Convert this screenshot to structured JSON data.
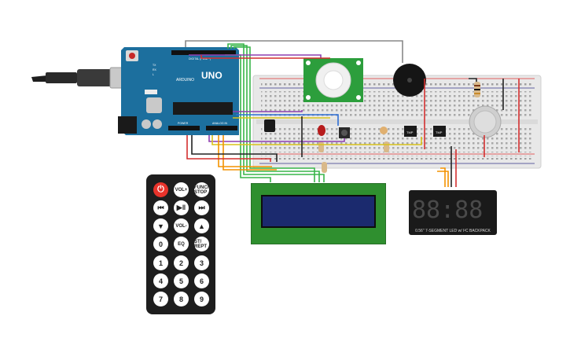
{
  "arduino": {
    "model": "UNO",
    "brand": "ARDUINO",
    "header_digital": "DIGITAL (PWM ~)",
    "header_power": "POWER",
    "header_analog": "ANALOG IN",
    "label_tx": "TX",
    "label_rx": "RX",
    "label_l": "L"
  },
  "remote": {
    "power_symbol": "⏻",
    "vol_up": "VOL+",
    "func_stop": "FUNC/ STOP",
    "prev": "⏮",
    "play_pause": "▶‖",
    "next": "⏭",
    "down": "▼",
    "vol_down": "VOL-",
    "up": "▲",
    "zero": "0",
    "eq": "EQ",
    "st_rept": "ST/ REPT",
    "keys": [
      "1",
      "2",
      "3",
      "4",
      "5",
      "6",
      "7",
      "8",
      "9"
    ]
  },
  "sensors": {
    "tmp1": "TMP",
    "tmp2": "TMP"
  },
  "seven_segment": {
    "digits": "88:88",
    "label": "0.56\" 7-SEGMENT LED w/ I²C BACKPACK"
  },
  "colors": {
    "breadboard": "#e6e6e6",
    "arduino": "#1c6f9e",
    "wire_red": "#d32f2f",
    "wire_black": "#222222",
    "wire_green": "#39b54a",
    "wire_orange": "#f39200",
    "wire_purple": "#8e3fb0",
    "wire_blue": "#2f6fd6",
    "wire_yellow": "#d8c21a",
    "wire_gray": "#888888",
    "lcd_pcb": "#2f8f2f",
    "lcd_screen": "#1b2a6e"
  }
}
